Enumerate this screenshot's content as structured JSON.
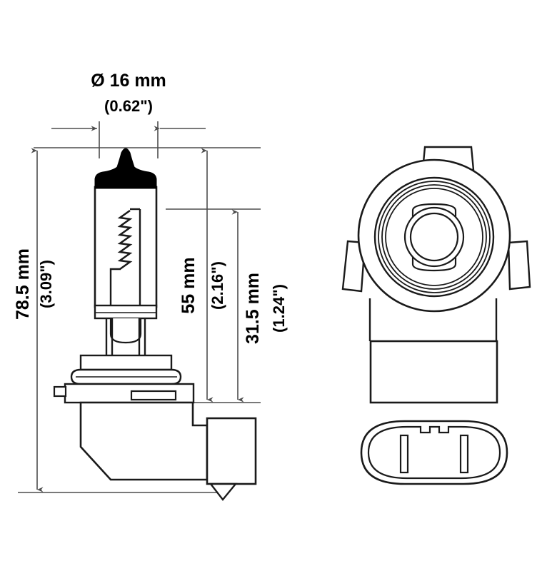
{
  "drawing": {
    "title": "Automotive halogen bulb dimensional drawing",
    "background_color": "#ffffff",
    "line_color": "#1a1a1a",
    "dim_line_color": "#4d4d4d",
    "views": [
      {
        "name": "side-view",
        "label": ""
      },
      {
        "name": "front-view",
        "label": ""
      },
      {
        "name": "connector-view",
        "label": ""
      }
    ]
  },
  "dimensions": {
    "diameter": {
      "metric": "Ø 16 mm",
      "imperial": "(0.62\")",
      "orientation": "horizontal",
      "value_mm": 16,
      "value_in": 0.62
    },
    "overall_length": {
      "metric": "78.5 mm",
      "imperial": "(3.09\")",
      "orientation": "vertical",
      "value_mm": 78.5,
      "value_in": 3.09
    },
    "mid_length": {
      "metric": "55 mm",
      "imperial": "(2.16\")",
      "orientation": "vertical",
      "value_mm": 55,
      "value_in": 2.16
    },
    "short_length": {
      "metric": "31.5 mm",
      "imperial": "(1.24\")",
      "orientation": "vertical",
      "value_mm": 31.5,
      "value_in": 1.24
    }
  }
}
